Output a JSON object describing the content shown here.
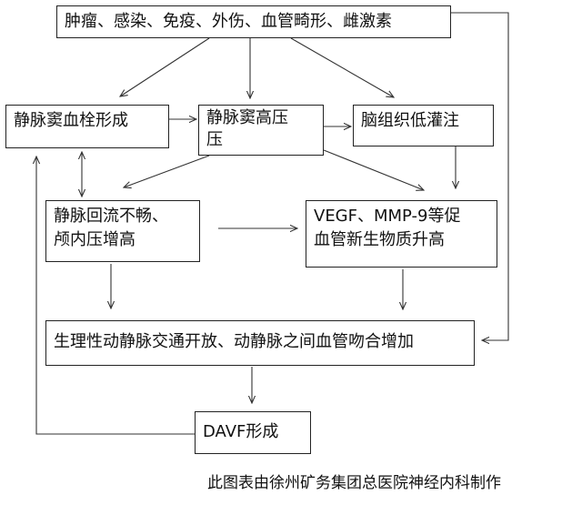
{
  "diagram": {
    "nodes": {
      "causes": "肿瘤、感染、免疫、外伤、血管畸形、雌激素",
      "sinus_thrombosis": "静脉窦血栓形成",
      "sinus_hypertension": "静脉窦高压\n压",
      "hypoperfusion": "脑组织低灌注",
      "venous_obstruction": "静脉回流不畅、\n颅内压增高",
      "growth_factors": "VEGF、MMP-9等促\n血管新生物质升高",
      "av_shunts": "生理性动静脉交通开放、动静脉之间血管吻合增加",
      "davf": "DAVF形成"
    },
    "credit": "此图表由徐州矿务集团总医院神经内科制作"
  }
}
